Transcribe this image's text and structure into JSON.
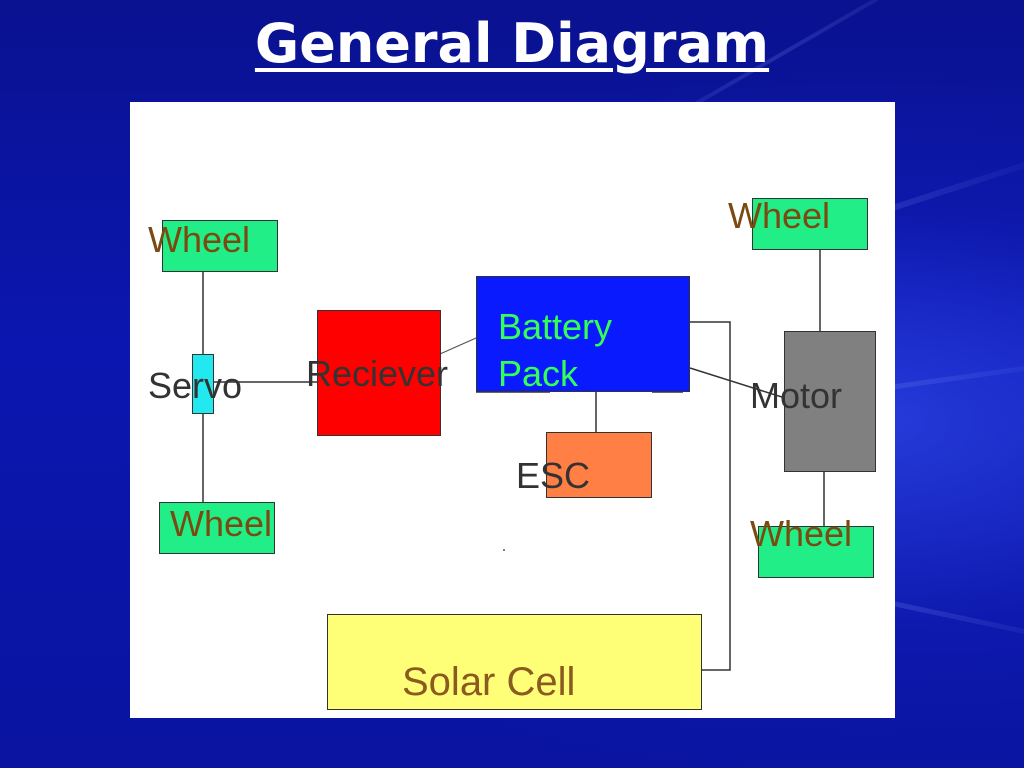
{
  "title": "General Diagram",
  "nodes": {
    "wheel_top_left": "Wheel",
    "wheel_bottom_left": "Wheel",
    "wheel_top_right": "Wheel",
    "wheel_bottom_right": "Wheel",
    "servo": "Servo",
    "receiver": "Reciever",
    "battery_line1": "Battery",
    "battery_line2": "Pack",
    "esc": "ESC",
    "motor": "Motor",
    "solar": "Solar Cell"
  },
  "colors": {
    "background": "#0b12a8",
    "panel": "#ffffff",
    "wheel": "#22ee88",
    "wheel_text": "#7a4a10",
    "servo": "#22e8f0",
    "receiver": "#ff0000",
    "battery": "#0a1aff",
    "battery_text": "#33ff55",
    "esc": "#ff7f45",
    "motor": "#808080",
    "solar": "#ffff77",
    "solar_text": "#8a5a20"
  }
}
